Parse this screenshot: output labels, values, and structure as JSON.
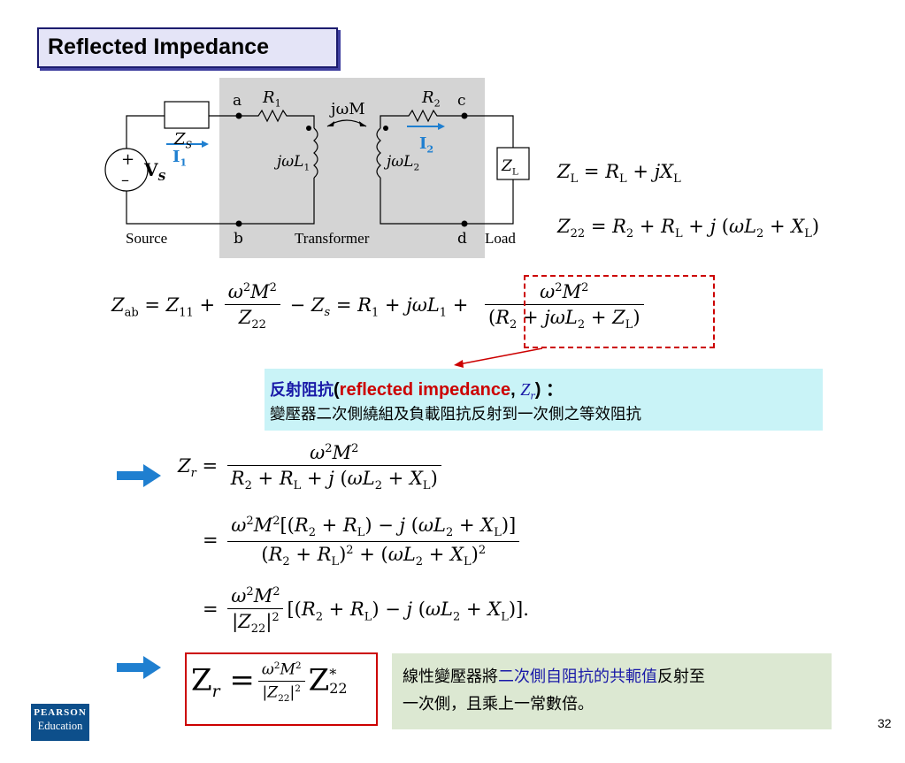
{
  "title": "Reflected Impedance",
  "circuit": {
    "zs_label": "Z",
    "zs_sub": "S",
    "source_label": "Source",
    "transformer_label": "Transformer",
    "load_label": "Load",
    "node_a": "a",
    "node_b": "b",
    "node_c": "c",
    "node_d": "d",
    "r1": "R",
    "r1_sub": "1",
    "r2": "R",
    "r2_sub": "2",
    "mutual": "jωM",
    "l1": "jωL",
    "l1_sub": "1",
    "l2": "jωL",
    "l2_sub": "2",
    "i1": "I",
    "i1_sub": "1",
    "i2": "I",
    "i2_sub": "2",
    "vs": "V",
    "vs_sub": "S",
    "zl": "Z",
    "zl_sub": "L",
    "plus": "+",
    "minus": "–"
  },
  "equations": {
    "zl_eq": "Z_L = R_L + jX_L",
    "z22_eq": "Z_22 = R_2 + R_L + j(ωL_2 + X_L)",
    "zab_eq": "Z_ab = Z_11 + ω²M²/Z_22 − Z_s = R_1 + jωL_1 + ω²M²/(R_2 + jωL_2 + Z_L)",
    "zr_eq1": "Z_r = ω²M² / (R_2 + R_L + j(ωL_2 + X_L))",
    "zr_eq2": "= ω²M²[(R_2 + R_L) − j(ωL_2 + X_L)] / ((R_2 + R_L)² + (ωL_2 + X_L)²)",
    "zr_eq3": "= ω²M²/|Z_22|² [(R_2 + R_L) − j(ωL_2 + X_L)].",
    "zr_final": "Z_r = ω²M²/|Z_22|² Z*_22"
  },
  "note": {
    "term_zh": "反射阻抗",
    "open_paren": "(",
    "term_en": "reflected impedance",
    "comma": ", ",
    "symbol": "Z",
    "symbol_sub": "r",
    "close": ") ：",
    "description": "變壓器二次側繞組及負載阻抗反射到一次側之等效阻抗"
  },
  "summary": {
    "part1": "線性變壓器將",
    "highlight": "二次側自阻抗的共軛值",
    "part2": "反射至",
    "line2": "一次側，且乘上一常數倍。"
  },
  "logo": {
    "line1": "PEARSON",
    "line2": "Education"
  },
  "page_number": "32",
  "colors": {
    "accent_blue": "#1f7fd0",
    "red": "#cc0000",
    "note_bg": "#c9f3f7",
    "summary_bg": "#dce8d2",
    "circuit_bg": "#d4d4d4"
  }
}
